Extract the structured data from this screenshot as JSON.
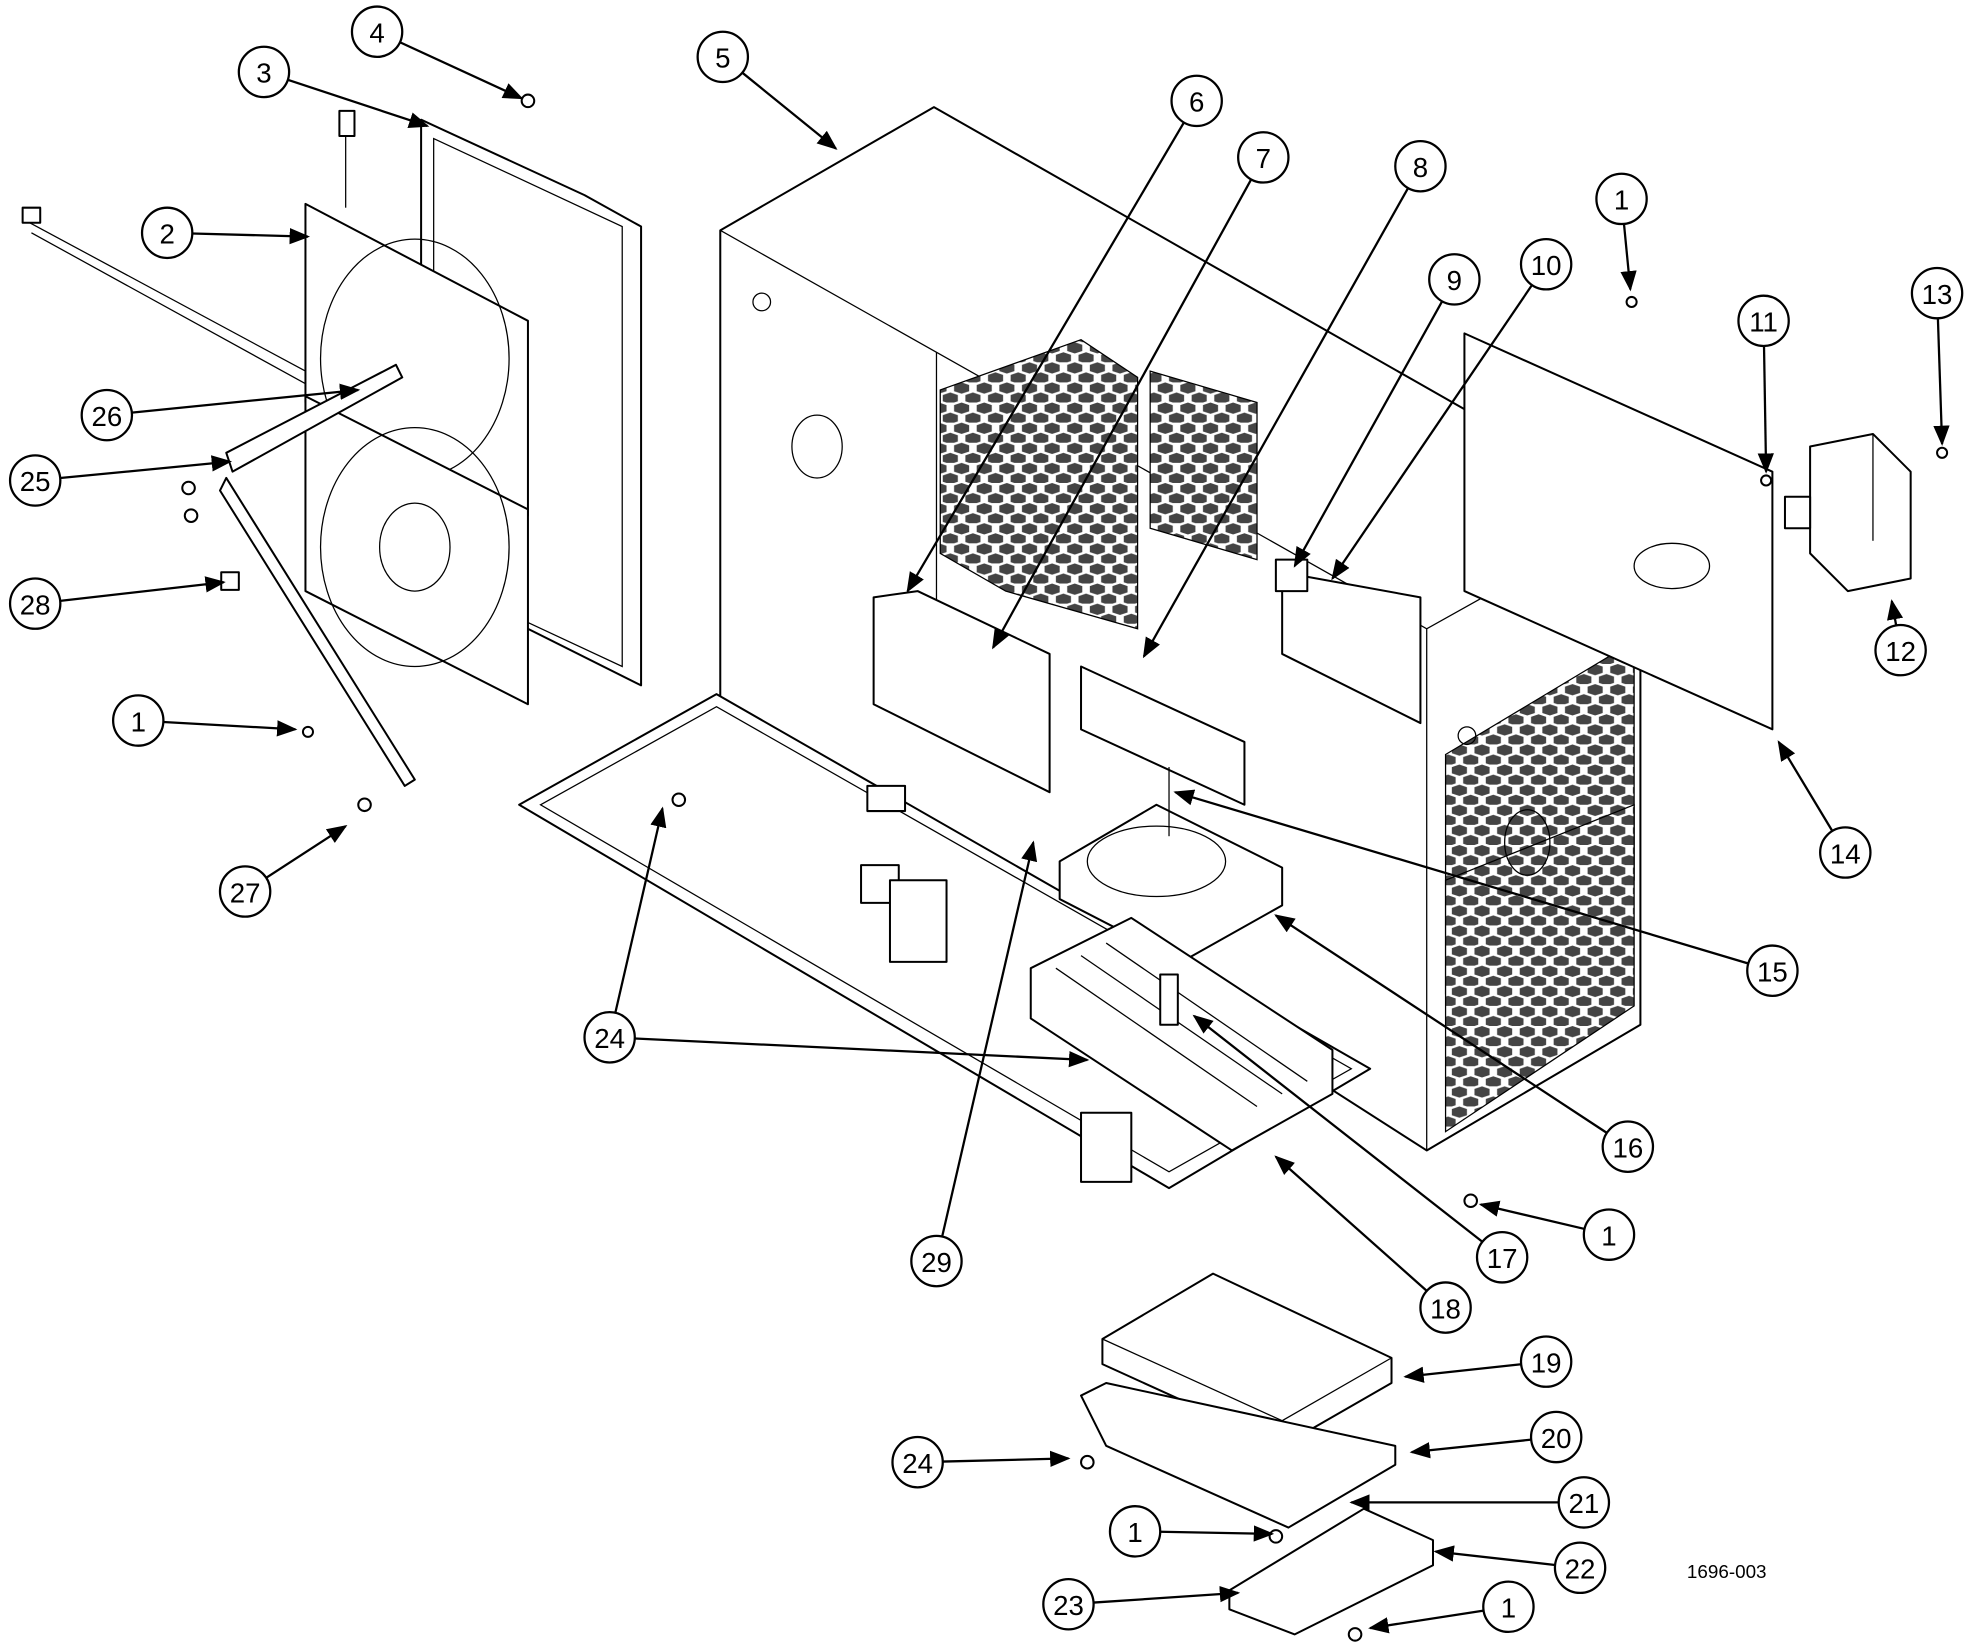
{
  "diagram": {
    "type": "exploded parts view",
    "figure_id": "1696-003",
    "callouts": [
      "4",
      "3",
      "5",
      "2",
      "6",
      "7",
      "8",
      "1",
      "9",
      "10",
      "13",
      "11",
      "26",
      "25",
      "28",
      "1",
      "27",
      "24",
      "29",
      "15",
      "16",
      "17",
      "18",
      "1",
      "14",
      "12",
      "19",
      "20",
      "24",
      "21",
      "1",
      "22",
      "23",
      "1"
    ]
  }
}
